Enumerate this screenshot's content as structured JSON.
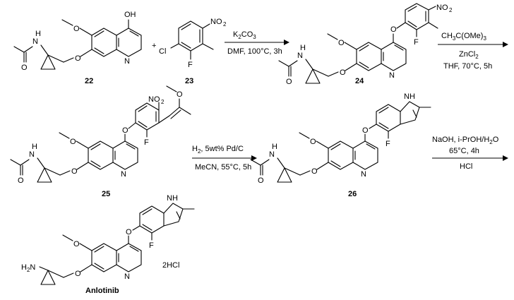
{
  "compounds": {
    "c22": "22",
    "c23": "23",
    "c24": "24",
    "c25": "25",
    "c26": "26",
    "anlotinib": "Anlotinib"
  },
  "atoms": {
    "OH": "OH",
    "O": "O",
    "N": "N",
    "NH": "NH",
    "H": "H",
    "NO2": "NO",
    "NO2_sub": "2",
    "Cl": "Cl",
    "F": "F",
    "H2N": "H",
    "H2N_sub": "2",
    "H2N_tail": "N",
    "plus": "+",
    "salt": "2HCl"
  },
  "steps": {
    "step1": {
      "above": "K",
      "above_sub": "2",
      "above_tail": "CO",
      "above_sub2": "3",
      "below": "DMF,  100°C, 3h"
    },
    "step2": {
      "above": "CH",
      "above_sub": "3",
      "above_tail": "C(OMe)",
      "above_sub2": "3",
      "line2": "ZnCl",
      "line2_sub": "2",
      "below": "THF,  70°C, 5h"
    },
    "step3": {
      "above": "H",
      "above_sub": "2",
      "above_tail": ", 5wt% Pd/C",
      "below": "MeCN,  55°C, 5h"
    },
    "step4": {
      "above": "NaOH, i-PrOH/H",
      "above_sub": "2",
      "above_tail": "O",
      "line2": "65°C, 4h",
      "below": "HCl"
    }
  }
}
